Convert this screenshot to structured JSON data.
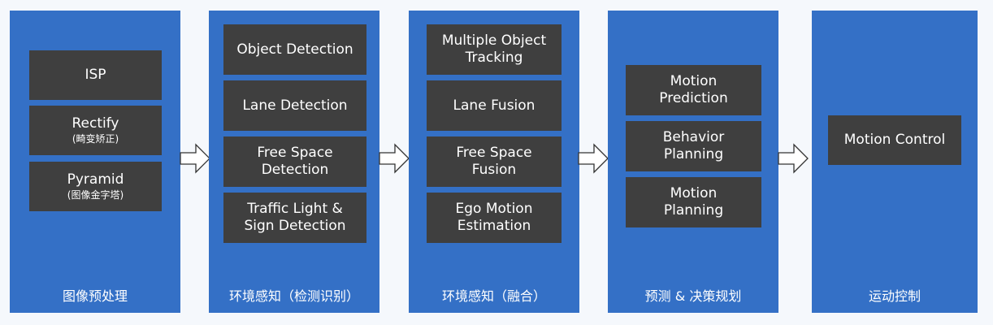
{
  "stages": [
    {
      "title": "图像预处理",
      "modules": [
        {
          "label": "ISP"
        },
        {
          "label": "Rectify",
          "sub": "(畸变矫正)"
        },
        {
          "label": "Pyramid",
          "sub": "(图像金字塔)"
        }
      ]
    },
    {
      "title": "环境感知（检测识别）",
      "modules": [
        {
          "label": "Object Detection"
        },
        {
          "label": "Lane Detection"
        },
        {
          "label": "Free Space Detection"
        },
        {
          "label": "Traffic Light & Sign Detection"
        }
      ]
    },
    {
      "title": "环境感知（融合）",
      "modules": [
        {
          "label": "Multiple Object Tracking"
        },
        {
          "label": "Lane Fusion"
        },
        {
          "label": "Free Space Fusion"
        },
        {
          "label": "Ego Motion Estimation"
        }
      ]
    },
    {
      "title": "预测 & 决策规划",
      "modules": [
        {
          "label": "Motion Prediction"
        },
        {
          "label": "Behavior Planning"
        },
        {
          "label": "Motion Planning"
        }
      ]
    },
    {
      "title": "运动控制",
      "modules": [
        {
          "label": "Motion Control"
        }
      ]
    }
  ],
  "colors": {
    "stage_bg": "#3470c6",
    "module_bg": "#3f3f3f",
    "page_bg": "#f5f8fc"
  }
}
